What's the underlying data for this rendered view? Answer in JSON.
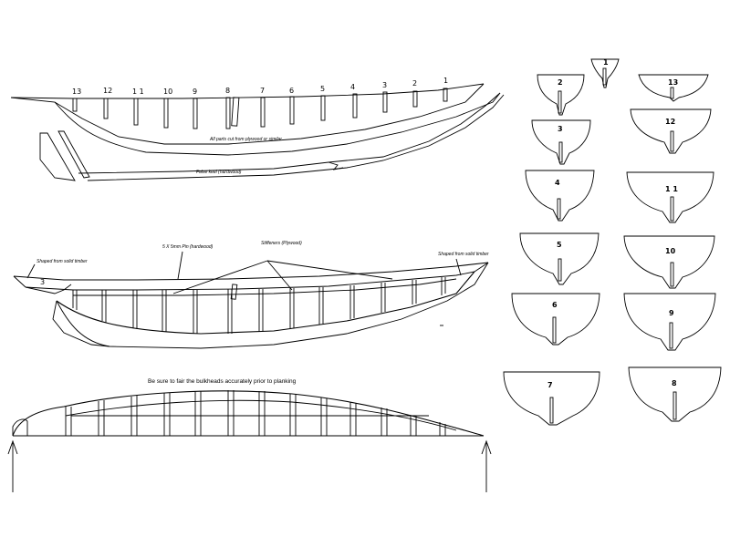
{
  "keel_view": {
    "station_labels": [
      "13",
      "12",
      "1 1",
      "10",
      "9",
      "8",
      "7",
      "6",
      "5",
      "4",
      "3",
      "2",
      "1"
    ],
    "note_parts": "All parts cut from plywood or similar",
    "note_false_keel": "False keel (hardwood)"
  },
  "frame_view": {
    "note_shaped_left": "Shaped from solid timber",
    "note_stringer": "5 X 5mm Pin (hardwood)",
    "note_stiffeners": "Stiffeners (Plywood)",
    "note_shaped_right": "Shaped from solid timber",
    "label_stern": "3"
  },
  "fairing_view": {
    "caption": "Be sure to fair the bulkheads accurately prior to planking"
  },
  "bulkheads": {
    "left_column": [
      "2",
      "3",
      "4",
      "5",
      "6",
      "7"
    ],
    "top_center": "1",
    "right_column": [
      "13",
      "12",
      "1 1",
      "10",
      "9",
      "8"
    ]
  }
}
